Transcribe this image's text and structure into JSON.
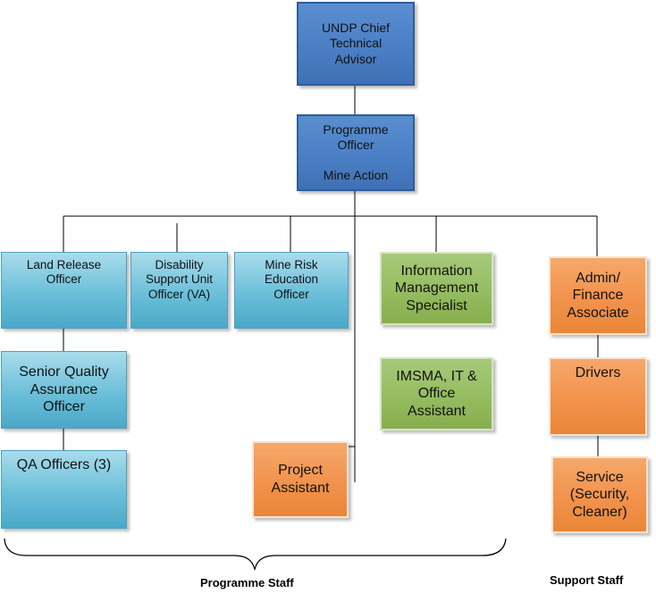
{
  "nodes": {
    "chief_advisor": "UNDP Chief\nTechnical\nAdvisor",
    "programme_officer": "Programme\nOfficer\n\nMine Action",
    "land_release": "Land Release\nOfficer",
    "disability_support": "Disability\nSupport Unit\nOfficer (VA)",
    "mine_risk": "Mine Risk\nEducation\nOfficer",
    "info_mgmt": "Information\nManagement\nSpecialist",
    "admin_finance": "Admin/\nFinance\nAssociate",
    "senior_qa": "Senior Quality\nAssurance\nOfficer",
    "imsma": "IMSMA, IT &\nOffice\nAssistant",
    "drivers": "Drivers",
    "qa_officers": "QA Officers (3)",
    "project_assistant": "Project\nAssistant",
    "service": "Service\n(Security,\nCleaner)"
  },
  "captions": {
    "programme_staff": "Programme Staff",
    "support_staff": "Support Staff"
  },
  "colors": {
    "blue": "#4a7ec4",
    "teal": "#6bbfd9",
    "green": "#93bb5d",
    "orange": "#f2924c",
    "line": "#000000"
  }
}
